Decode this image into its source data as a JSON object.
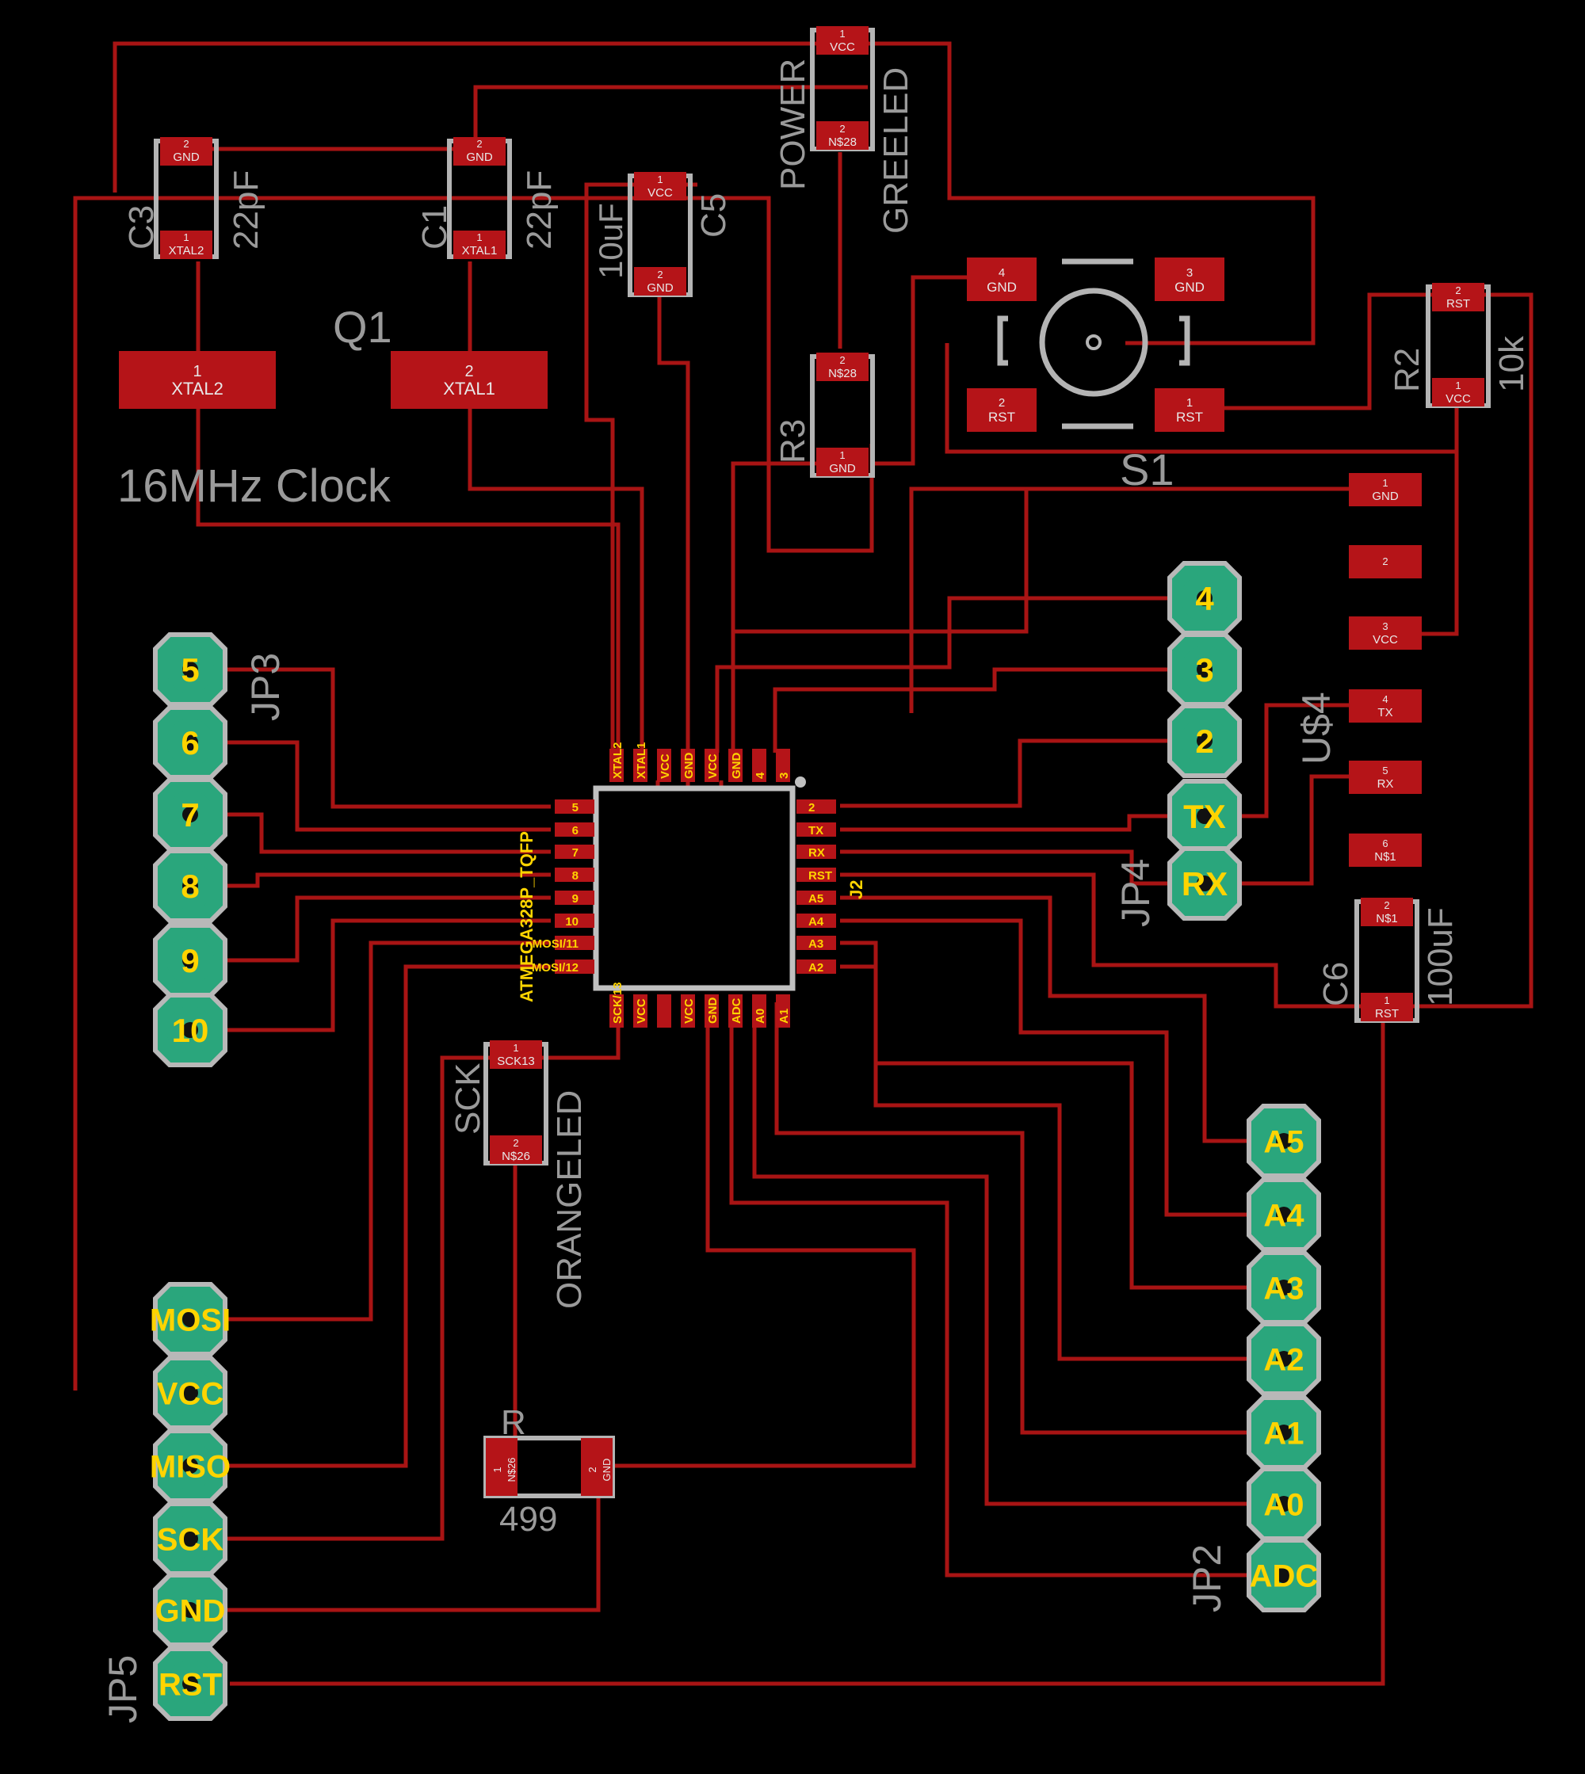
{
  "colors": {
    "background": "#000000",
    "copper": "#a81414",
    "pad": "#b51418",
    "silkscreen": "#9a9a9a",
    "header_pad": "#2aa67c",
    "pin_label": "#ffd400"
  },
  "labels": {
    "q1": "Q1",
    "clock": "16MHz Clock",
    "c3": "C3",
    "c3_val": "22pF",
    "c1": "C1",
    "c1_val": "22pF",
    "c5": "C5",
    "c5_val": "10uF",
    "power": "POWER",
    "greeled": "GREELED",
    "r3": "R3",
    "r2": "R2",
    "r2_val": "10k",
    "s1": "S1",
    "jp3": "JP3",
    "jp4": "JP4",
    "jp2": "JP2",
    "jp5": "JP5",
    "us4": "U$4",
    "c6": "C6",
    "c6_val": "100uF",
    "sck": "SCK",
    "orangeled": "ORANGELED",
    "r": "R",
    "r_val": "499",
    "chip": "ATMEGA328P_TQFP",
    "j2": "J2"
  },
  "pad_text": {
    "c3_p2": [
      "2",
      "GND"
    ],
    "c3_p1": [
      "1",
      "XTAL2"
    ],
    "c1_p2": [
      "2",
      "GND"
    ],
    "c1_p1": [
      "1",
      "XTAL1"
    ],
    "c5_p1": [
      "1",
      "VCC"
    ],
    "c5_p2": [
      "2",
      "GND"
    ],
    "pwr_p1": [
      "1",
      "VCC"
    ],
    "pwr_p2": [
      "2",
      "N$28"
    ],
    "r3_p2": [
      "2",
      "N$28"
    ],
    "r3_p1": [
      "1",
      "GND"
    ],
    "q1_p1": [
      "1",
      "XTAL2"
    ],
    "q1_p2": [
      "2",
      "XTAL1"
    ],
    "s1_p4": [
      "4",
      "GND"
    ],
    "s1_p3": [
      "3",
      "GND"
    ],
    "s1_p2": [
      "2",
      "RST"
    ],
    "s1_p1": [
      "1",
      "RST"
    ],
    "r2_p2": [
      "2",
      "RST"
    ],
    "r2_p1": [
      "1",
      "VCC"
    ],
    "us4_p1": [
      "1",
      "GND"
    ],
    "us4_p2": [
      "2",
      ""
    ],
    "us4_p3": [
      "3",
      "VCC"
    ],
    "us4_p4": [
      "4",
      "TX"
    ],
    "us4_p5": [
      "5",
      "RX"
    ],
    "us4_p6": [
      "6",
      "N$1"
    ],
    "c6_p2": [
      "2",
      "N$1"
    ],
    "c6_p1": [
      "1",
      "RST"
    ],
    "sck_p1": [
      "1",
      "SCK13"
    ],
    "sck_p2": [
      "2",
      "N$26"
    ],
    "r_p1": [
      "1",
      "N$26"
    ],
    "r_p2": [
      "2",
      "GND"
    ]
  },
  "chip_pins": {
    "top": [
      "XTAL2",
      "XTAL1",
      "VCC",
      "GND",
      "VCC",
      "GND",
      "4",
      "3"
    ],
    "left": [
      "5",
      "6",
      "7",
      "8",
      "9",
      "10",
      "MOSI/11",
      "MOSI/12"
    ],
    "right": [
      "2",
      "TX",
      "RX",
      "RST",
      "A5",
      "A4",
      "A3",
      "A2"
    ],
    "bottom": [
      "SCK/13",
      "VCC",
      "",
      "VCC",
      "GND",
      "ADC",
      "A0",
      "A1"
    ]
  },
  "headers": {
    "jp3": [
      "5",
      "6",
      "7",
      "8",
      "9",
      "10"
    ],
    "jp4": [
      "4",
      "3",
      "2",
      "TX",
      "RX"
    ],
    "jp2": [
      "A5",
      "A4",
      "A3",
      "A2",
      "A1",
      "A0",
      "ADC"
    ],
    "jp5": [
      "MOSI",
      "VCC",
      "MISO",
      "SCK",
      "GND",
      "RST"
    ]
  }
}
